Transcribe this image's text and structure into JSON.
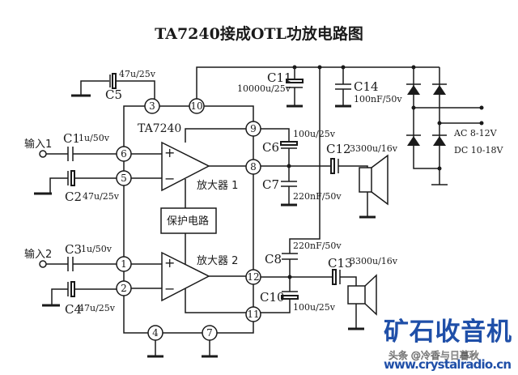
{
  "title": "TA7240接成OTL功放电路图",
  "chip": "TA7240",
  "amps": {
    "amp1": "放大器 1",
    "amp2": "放大器 2",
    "protection": "保护电路",
    "plus": "+",
    "minus": "−"
  },
  "inputs": {
    "in1": "输入1",
    "in2": "输入2"
  },
  "pins": {
    "p1": "1",
    "p2": "2",
    "p3": "3",
    "p4": "4",
    "p5": "5",
    "p6": "6",
    "p7": "7",
    "p8": "8",
    "p9": "9",
    "p10": "10",
    "p11": "11",
    "p12": "12"
  },
  "caps": {
    "c1": {
      "name": "C1",
      "value": "1u/50v"
    },
    "c2": {
      "name": "C2",
      "value": "47u/25v"
    },
    "c3": {
      "name": "C3",
      "value": "1u/50v"
    },
    "c4": {
      "name": "C4",
      "value": "47u/25v"
    },
    "c5": {
      "name": "C5",
      "value": "47u/25v"
    },
    "c6": {
      "name": "C6",
      "value": "100u/25v"
    },
    "c7": {
      "name": "C7",
      "value": "220nF/50v"
    },
    "c8": {
      "name": "C8",
      "value": "220nF/50v"
    },
    "c10": {
      "name": "C10",
      "value": "100u/25v"
    },
    "c11": {
      "name": "C11",
      "value": "10000u/25v"
    },
    "c12": {
      "name": "C12",
      "value": "3300u/16v"
    },
    "c13": {
      "name": "C13",
      "value": "3300u/16v"
    },
    "c14": {
      "name": "C14",
      "value": "100nF/50v"
    }
  },
  "supply": {
    "ac": "AC 8-12V",
    "dc": "DC 10-18V"
  },
  "watermark": {
    "brand": "矿石收音机",
    "url": "www.crystalradio.cn",
    "handle": "头条 @冷香与日暮秋"
  }
}
